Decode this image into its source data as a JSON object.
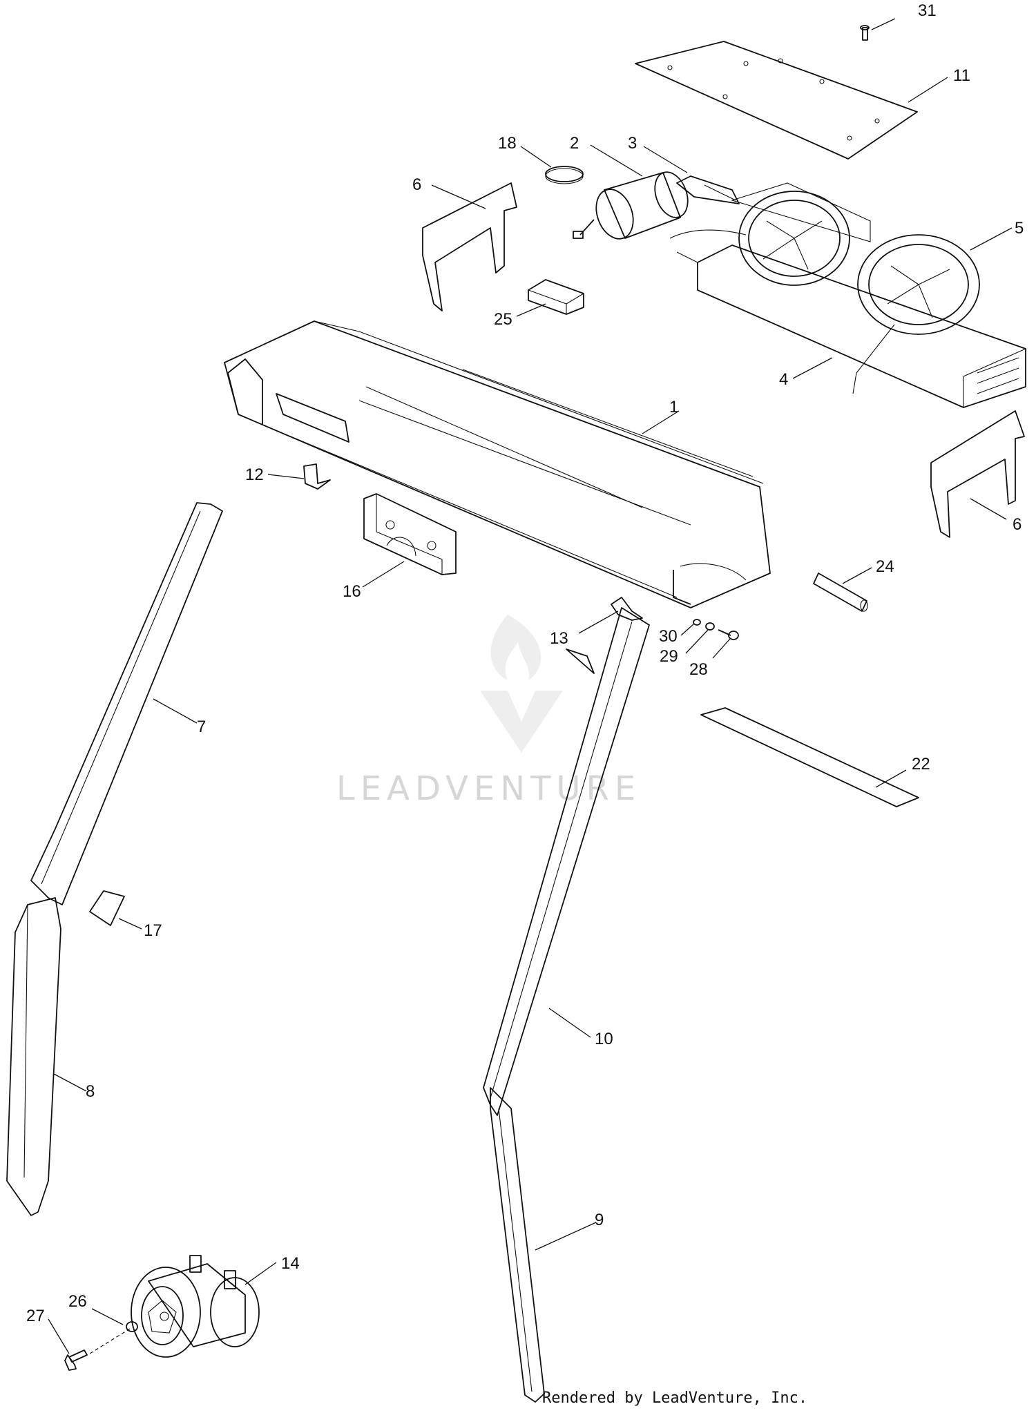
{
  "diagram": {
    "watermark": "LEADVENTURE",
    "footer": "Rendered by LeadVenture, Inc.",
    "callouts": [
      "31",
      "11",
      "18",
      "2",
      "3",
      "6",
      "5",
      "25",
      "4",
      "1",
      "12",
      "16",
      "6",
      "24",
      "13",
      "30",
      "29",
      "28",
      "7",
      "22",
      "17",
      "10",
      "8",
      "9",
      "14",
      "26",
      "27"
    ]
  }
}
